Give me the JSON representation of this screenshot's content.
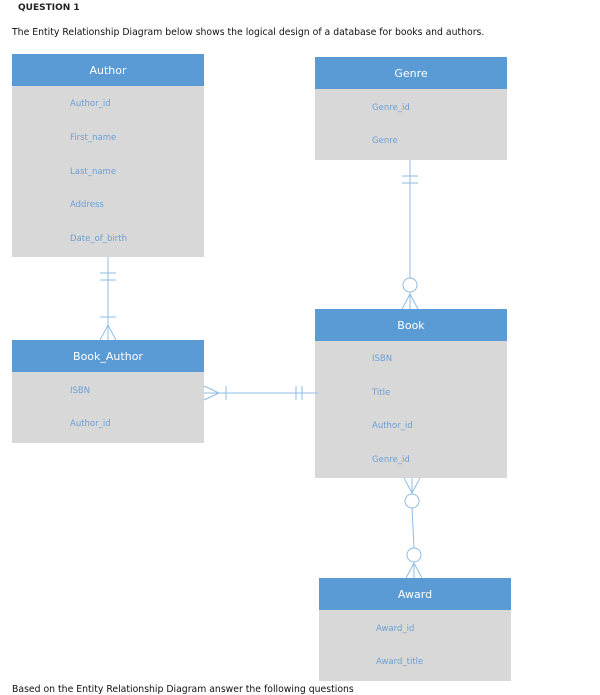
{
  "heading": "QUESTION 1",
  "intro": "The Entity Relationship Diagram below shows the logical design of a database for books and authors.",
  "footer": "Based on the Entity Relationship Diagram answer the following questions",
  "colors": {
    "header": "#5b9bd5",
    "body": "#d8d8d8",
    "attribute_text": "#6a9fd6",
    "line": "#8fbce3"
  },
  "entities": {
    "author": {
      "name": "Author",
      "attributes": [
        "Author_id",
        "First_name",
        "Last_name",
        "Address",
        "Date_of_birth"
      ]
    },
    "genre": {
      "name": "Genre",
      "attributes": [
        "Genre_id",
        "Genre"
      ]
    },
    "book": {
      "name": "Book",
      "attributes": [
        "ISBN",
        "Title",
        "Author_id",
        "Genre_id"
      ]
    },
    "book_author": {
      "name": "Book_Author",
      "attributes": [
        "ISBN",
        "Author_id"
      ]
    },
    "award": {
      "name": "Award",
      "attributes": [
        "Award_id",
        "Award_title"
      ]
    }
  },
  "relationships": [
    {
      "from": "Author",
      "to": "Book_Author",
      "from_end": "one-and-only-one",
      "to_end": "one-or-many"
    },
    {
      "from": "Genre",
      "to": "Book",
      "from_end": "one-and-only-one",
      "to_end": "zero-or-many"
    },
    {
      "from": "Book",
      "to": "Book_Author",
      "from_end": "one-and-only-one",
      "to_end": "one-or-many"
    },
    {
      "from": "Book",
      "to": "Award",
      "from_end": "zero-or-many",
      "to_end": "zero-or-many"
    }
  ]
}
